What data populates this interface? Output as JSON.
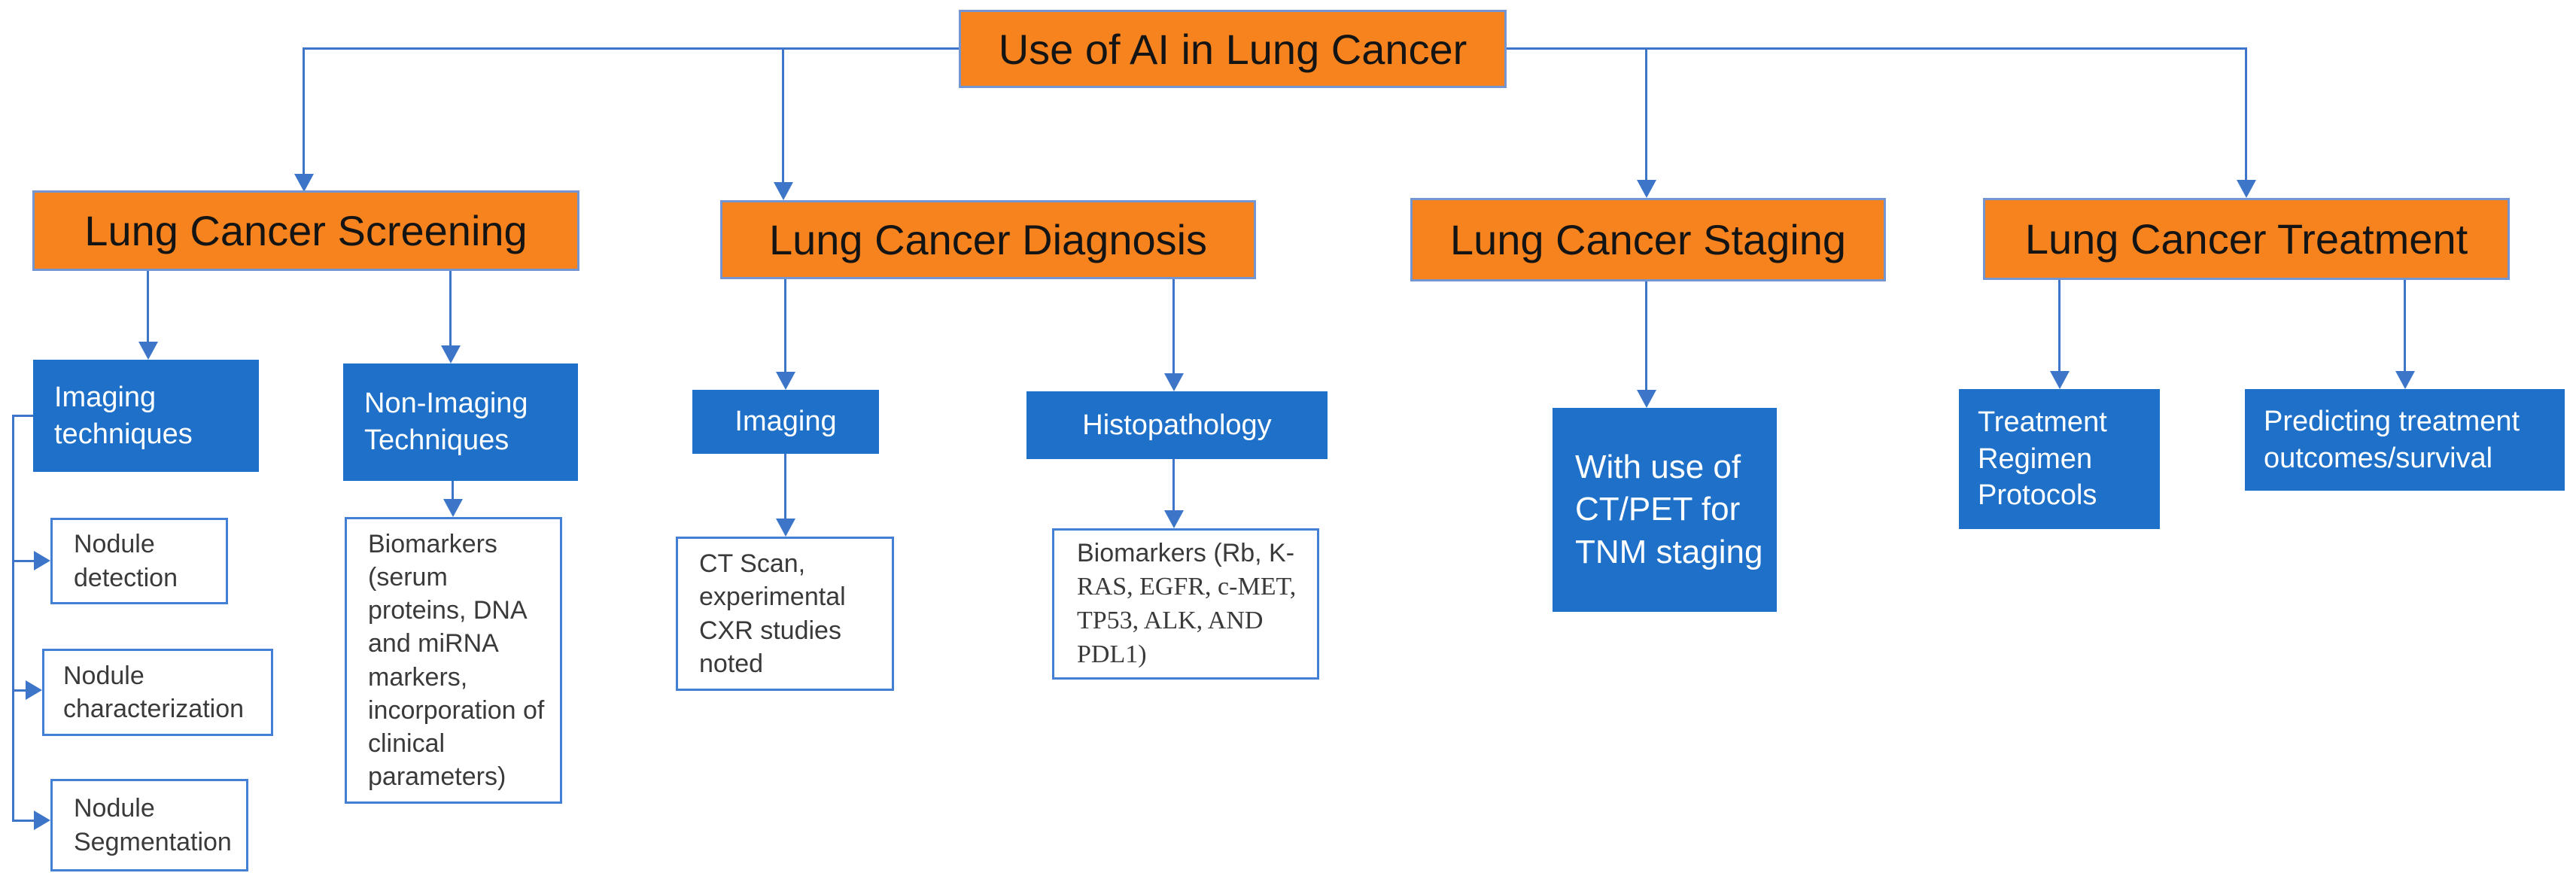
{
  "title": "Use of AI in Lung Cancer",
  "screening": {
    "label": "Lung Cancer Screening",
    "imaging_techniques": "Imaging techniques",
    "non_imaging_techniques": "Non-Imaging Techniques",
    "nodule_detection": "Nodule detection",
    "nodule_characterization": "Nodule characterization",
    "nodule_segmentation": "Nodule Segmentation",
    "biomarkers": "Biomarkers (serum proteins, DNA and miRNA markers, incorporation of clinical parameters)"
  },
  "diagnosis": {
    "label": "Lung Cancer Diagnosis",
    "imaging": "Imaging",
    "histopathology": "Histopathology",
    "ct_scan": "CT Scan, experimental CXR studies noted",
    "biomarkers_part1": "Biomarkers (Rb, K-",
    "biomarkers_part2": "RAS, EGFR, c-MET, TP53, ALK, AND PDL1)"
  },
  "staging": {
    "label": "Lung Cancer Staging",
    "tnm": "With use of CT/PET for TNM staging"
  },
  "treatment": {
    "label": "Lung Cancer Treatment",
    "regimen": "Treatment Regimen Protocols",
    "outcomes": "Predicting treatment outcomes/survival"
  },
  "colors": {
    "orange_node": "#F6831E",
    "blue_node": "#1E70C8",
    "orange_border": "#7396D2",
    "white_box_border": "#4380D5",
    "connector": "#3D76C9",
    "white_box_text": "#3A3A3A"
  }
}
